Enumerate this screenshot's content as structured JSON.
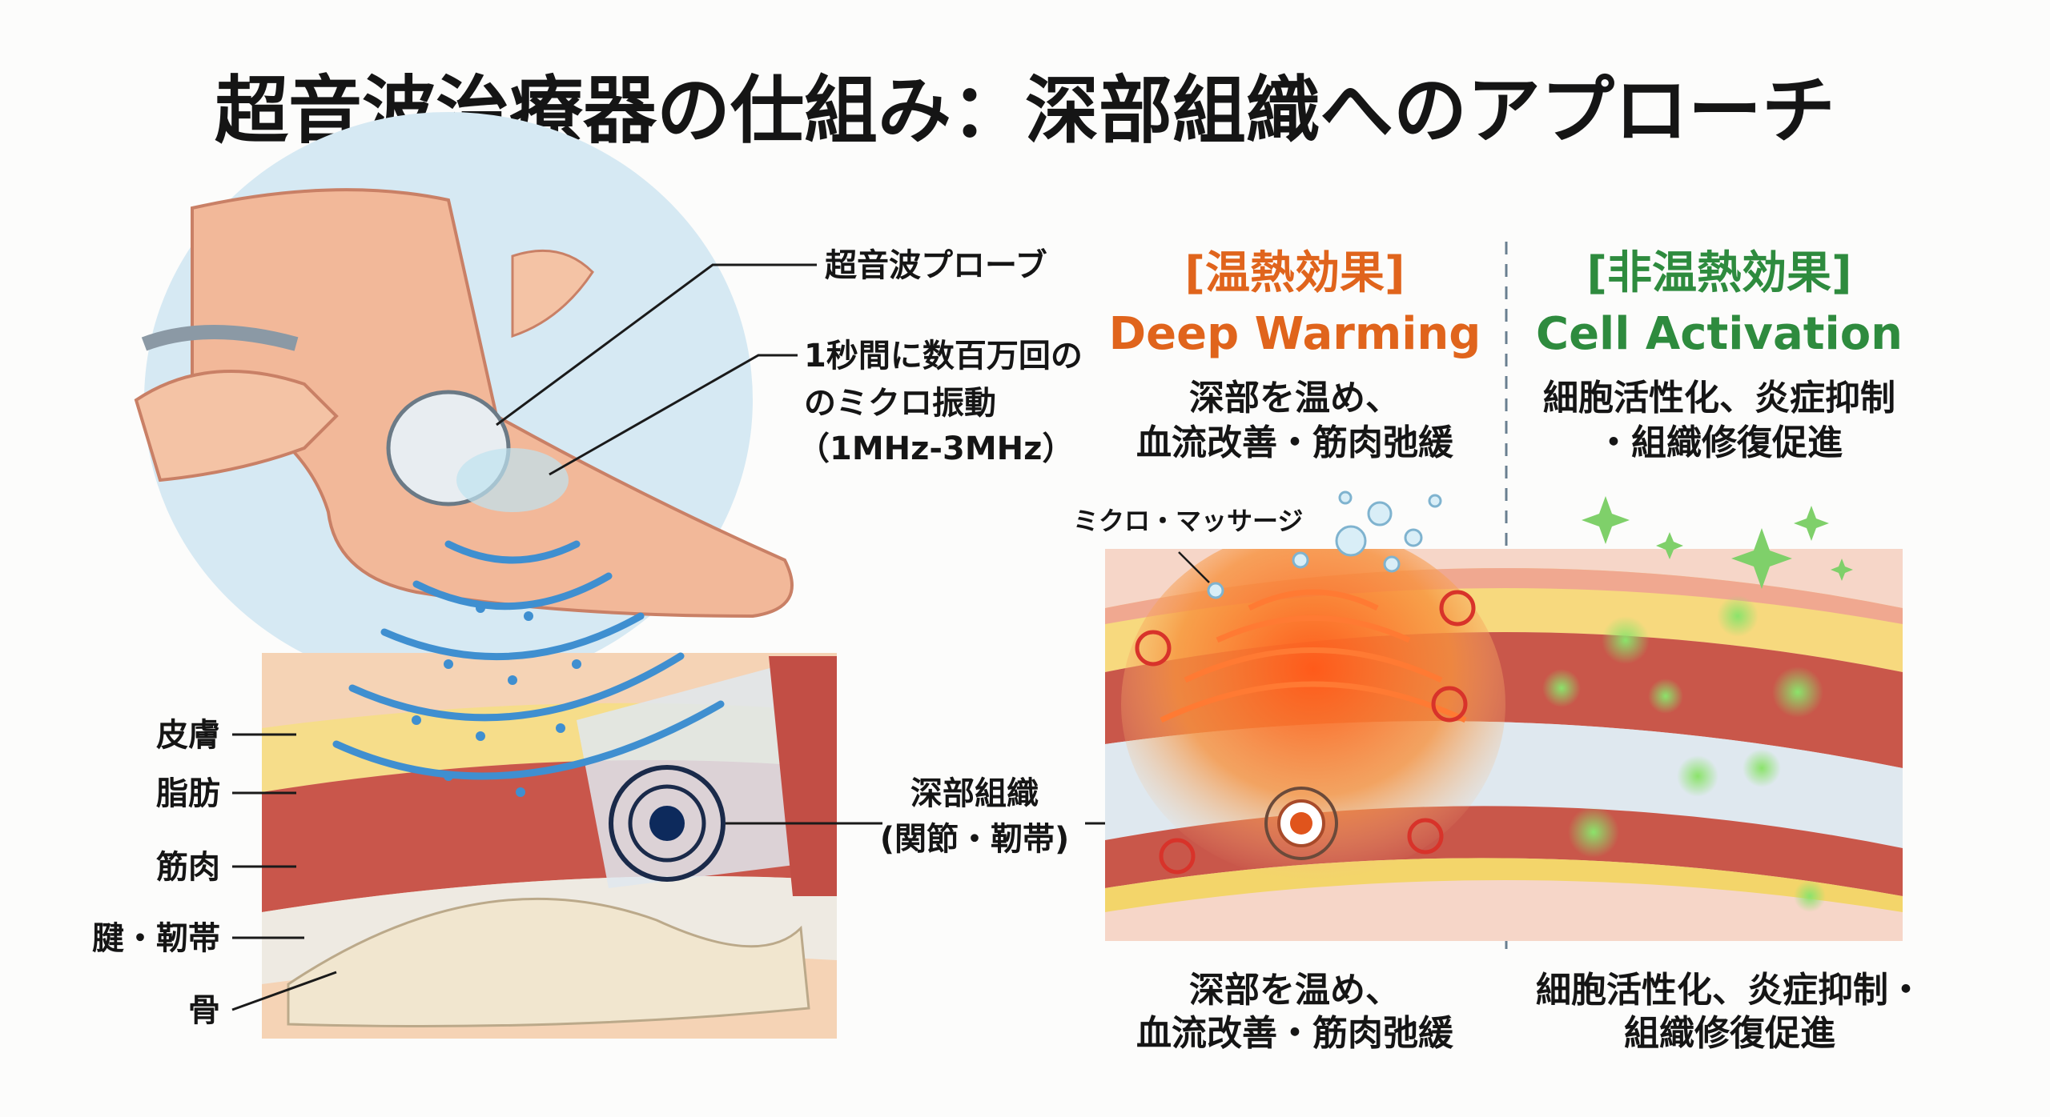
{
  "title": "超音波治療器の仕組み：深部組織へのアプローチ",
  "left_panel": {
    "probe_label": "超音波プローブ",
    "vibration_label": [
      "1秒間に数百万回の",
      "のミクロ振動",
      "（1MHz-3MHz）"
    ],
    "layers": [
      "皮膚",
      "脂肪",
      "筋肉",
      "腱・靭帯",
      "骨"
    ],
    "target_label": [
      "深部組織",
      "(関節・靭帯)"
    ]
  },
  "thermal": {
    "heading": "[温熱効果]",
    "subheading": "Deep Warming",
    "description": [
      "深部を温め、",
      "血流改善・筋肉弛緩"
    ],
    "micro_massage_label": "ミクロ・マッサージ",
    "bottom_description": [
      "深部を温め、",
      "血流改善・筋肉弛緩"
    ],
    "color": "#e0641c"
  },
  "non_thermal": {
    "heading": "[非温熱効果]",
    "subheading": "Cell Activation",
    "description": [
      "細胞活性化、炎症抑制",
      "・組織修復促進"
    ],
    "bottom_description": [
      "細胞活性化、炎症抑制・",
      "組織修復促進"
    ],
    "color": "#2e8b3e"
  }
}
